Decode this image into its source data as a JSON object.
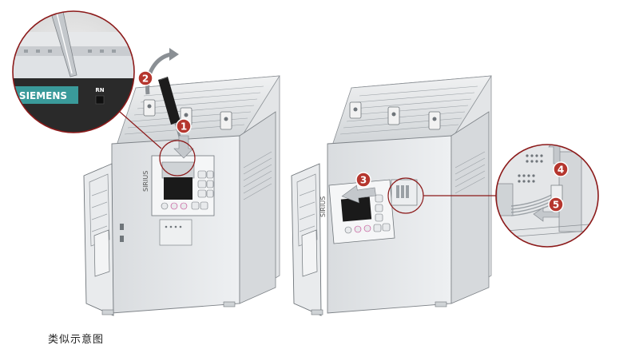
{
  "caption": "类似示意图",
  "brand": "SIEMENS",
  "device_label": "SIRIUS",
  "status_label_rn": "RN",
  "callouts": [
    "1",
    "2",
    "3",
    "4",
    "5"
  ],
  "colors": {
    "callout_red": "#b5362e",
    "zoom_ring": "#8c1a1a",
    "leader_line": "#8c1a1a",
    "device_body": "#e6e8ea",
    "display_panel": "#1a1a1a",
    "siemens_teal": "#3a9a9a"
  }
}
